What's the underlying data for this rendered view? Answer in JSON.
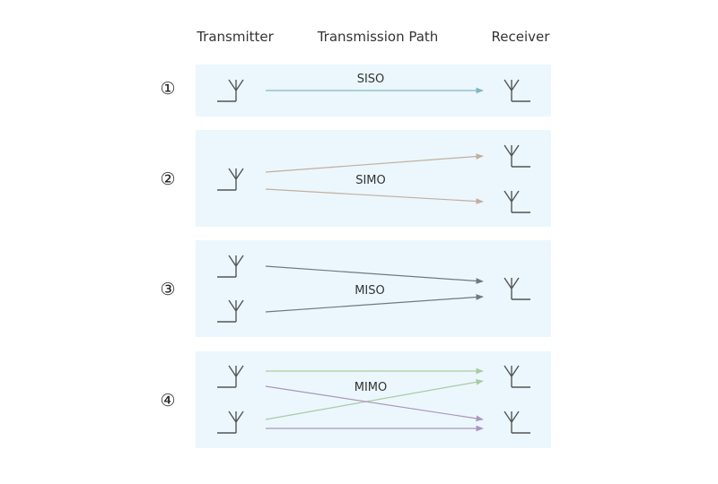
{
  "headers": {
    "transmitter": "Transmitter",
    "path": "Transmission Path",
    "receiver": "Receiver"
  },
  "colors": {
    "panel": "#ebf7fd",
    "siso": "#7fb9bf",
    "simo": "#c4ae9c",
    "miso": "#6f7985",
    "mimo_direct": "#a9cca0",
    "mimo_cross": "#ac96bd",
    "antenna": "#555555"
  },
  "rows": [
    {
      "number": "①",
      "mode": "SISO"
    },
    {
      "number": "②",
      "mode": "SIMO"
    },
    {
      "number": "③",
      "mode": "MISO"
    },
    {
      "number": "④",
      "mode": "MIMO"
    }
  ]
}
